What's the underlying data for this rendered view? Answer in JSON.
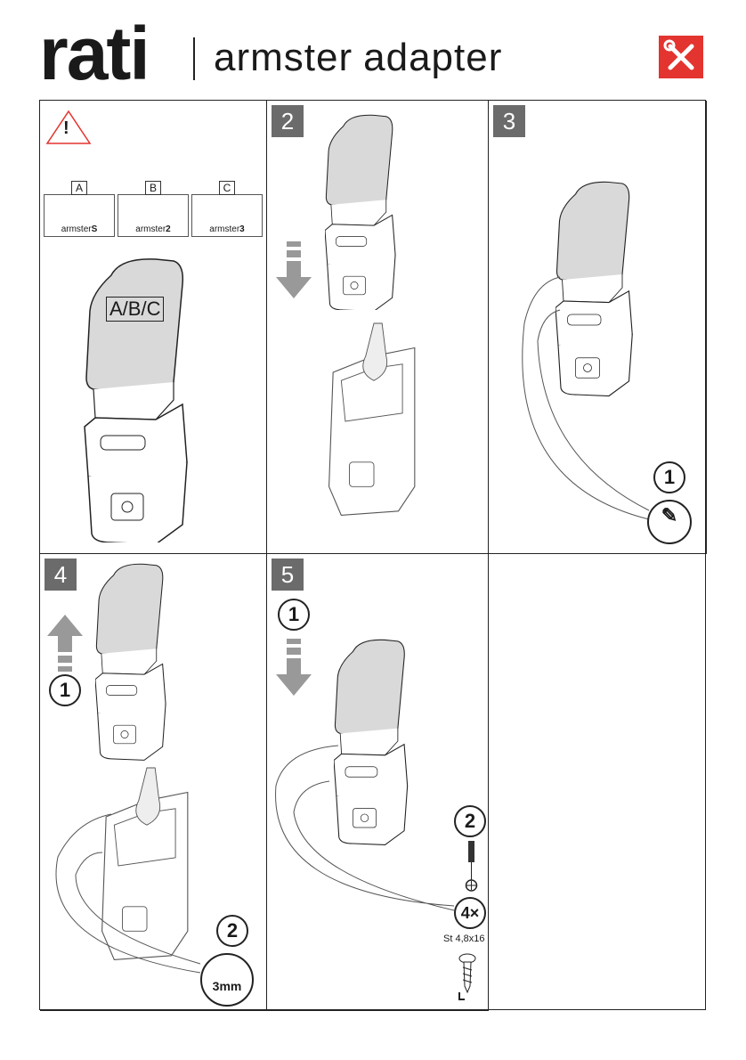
{
  "header": {
    "brand": "rati",
    "product_line": "armster",
    "product_name": "adapter",
    "tools_icon": "tools-icon",
    "accent": "#e3342f"
  },
  "panel1": {
    "warning_icon": "!",
    "models": [
      {
        "letter": "A",
        "name": "armster",
        "suffix": "S"
      },
      {
        "letter": "B",
        "name": "armster",
        "suffix": "2"
      },
      {
        "letter": "C",
        "name": "armster",
        "suffix": "3"
      }
    ],
    "variant_label": "A/B/C"
  },
  "panel2": {
    "step": "2"
  },
  "panel3": {
    "step": "3",
    "sub_step": "1"
  },
  "panel4": {
    "step": "4",
    "sub_steps": [
      "1",
      "2"
    ],
    "drill_size": "3mm"
  },
  "panel5": {
    "step": "5",
    "sub_steps": [
      "1",
      "2"
    ],
    "quantity": "4×",
    "screw_spec": "St 4,8x16"
  }
}
